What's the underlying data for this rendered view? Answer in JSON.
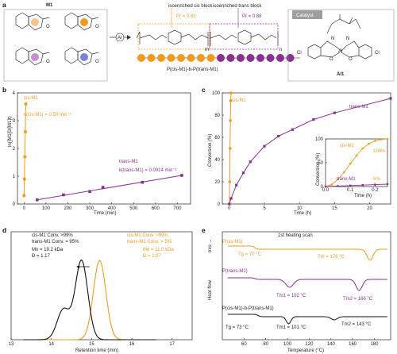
{
  "panel_a": {
    "letter": "a",
    "monomer_label": "M1",
    "catalyst_title": "Catalyst",
    "catalyst_label": "Al1",
    "catalyst_metal": "Al",
    "catalyst_cl": "Cl",
    "catalyst_n": "N",
    "catalyst_o": "O",
    "arrow_label": "Al",
    "cis_block_label": "isoenriched cis block",
    "cis_pr": "Pr = 0.83",
    "trans_block_label": "isoenriched trans block",
    "trans_pr": "Pr = 0.88",
    "polymer_label": "P(cis-M1)-b-P(trans-M1)",
    "m": "m",
    "n": "n",
    "bead_colors_left": "#f39a1e",
    "bead_colors_right": "#8b2f93",
    "bead_count_left": 8,
    "bead_count_right": 8,
    "colors": {
      "orange": "#f39a1e",
      "purple": "#8b2f93",
      "gray": "#7a7a7a"
    }
  },
  "panel_b": {
    "letter": "b",
    "ylabel": "ln([M1]0/[M1]t)",
    "xlabel": "Time (min)",
    "cis_label": "cis-M1",
    "cis_k": "k(cis-M1) = 0.50 min⁻¹",
    "trans_label": "trans-M1",
    "trans_k": "k(trans-M1) = 0.0014 min⁻¹"
  },
  "panel_c": {
    "letter": "c",
    "ylabel": "Conversion (%)",
    "xlabel": "Time (h)",
    "cis_label": "cis-M1",
    "trans_label": "trans-M1",
    "inset_ylabel": "Conversion (%)",
    "inset_xlabel": "Time (h)",
    "inset_cis_label": "cis-M1",
    "inset_cis_value": "100%",
    "inset_trans_label": "trans-M1",
    "inset_trans_value": "5%"
  },
  "panel_d": {
    "letter": "d",
    "xlabel": "Retention time (min)",
    "black_line1": "cis-M1 Conv. >99%",
    "black_line2": "trans-M1 Conv. = 95%",
    "black_mn": "Mn = 19.2 kDa",
    "black_d": "Đ = 1.17",
    "orange_line1": "cis-M1 Conv. >99%",
    "orange_line2": "trans-M1 Conv. = 5%",
    "orange_mn": "Mn = 11.0 kDa",
    "orange_d": "Đ = 1.07"
  },
  "panel_e": {
    "letter": "e",
    "title": "1st heating scan",
    "exo_label": "exo →",
    "ylabel": "Heat flow",
    "xlabel": "Temperature (°C)",
    "cis_trace": "P(cis-M1)",
    "cis_tg": "Tg = 70 °C",
    "cis_tm": "Tm = 176 °C",
    "trans_trace": "P(trans-M1)",
    "trans_tm1": "Tm1 = 102 °C",
    "trans_tm2": "Tm2 = 166 °C",
    "block_trace": "P(cis-M1)-b-P(trans-M1)",
    "block_tg": "Tg = 73 °C",
    "block_tm1": "Tm1 = 101 °C",
    "block_tm2": "Tm2 = 143 °C"
  },
  "chart_data": [
    {
      "type": "scatter",
      "panel": "b",
      "xlabel": "Time (min)",
      "ylabel": "ln([M1]0/[M1]t)",
      "xlim": [
        -30,
        760
      ],
      "ylim": [
        0,
        4
      ],
      "xticks": [
        0,
        100,
        200,
        300,
        400,
        500,
        600,
        700
      ],
      "yticks": [
        0,
        1,
        2,
        3,
        4
      ],
      "series": [
        {
          "name": "cis-M1",
          "x": [
            0,
            2,
            4,
            6,
            8
          ],
          "y": [
            0.3,
            0.9,
            1.7,
            2.6,
            3.6
          ]
        },
        {
          "name": "trans-M1",
          "x": [
            60,
            180,
            300,
            360,
            540,
            720
          ],
          "y": [
            0.15,
            0.33,
            0.45,
            0.6,
            0.78,
            1.03
          ]
        }
      ]
    },
    {
      "type": "line",
      "panel": "c",
      "xlabel": "Time (h)",
      "ylabel": "Conversion (%)",
      "xlim": [
        -1,
        23
      ],
      "ylim": [
        0,
        100
      ],
      "xticks": [
        0,
        5,
        10,
        15,
        20
      ],
      "yticks": [
        0,
        20,
        40,
        60,
        80,
        100
      ],
      "series": [
        {
          "name": "cis-M1",
          "x": [
            0,
            0.05,
            0.1,
            0.15,
            0.2,
            0.25
          ],
          "y": [
            0,
            20,
            50,
            75,
            93,
            100
          ]
        },
        {
          "name": "trans-M1",
          "x": [
            0,
            0.25,
            1,
            2,
            3,
            5,
            7,
            9,
            12,
            15,
            23
          ],
          "y": [
            0,
            5,
            17,
            28,
            38,
            52,
            61,
            67,
            76,
            82,
            95
          ]
        }
      ],
      "inset": {
        "xlim": [
          0,
          0.25
        ],
        "ylim": [
          0,
          100
        ],
        "xticks": [
          0.0,
          0.1,
          0.2
        ],
        "yticks": [
          0,
          50,
          100
        ],
        "series": [
          {
            "name": "cis-M1",
            "x": [
              0,
              0.025,
              0.05,
              0.075,
              0.1,
              0.125,
              0.15,
              0.175,
              0.2,
              0.225,
              0.25
            ],
            "y": [
              0,
              4,
              15,
              30,
              48,
              65,
              80,
              90,
              96,
              99,
              100
            ]
          },
          {
            "name": "trans-M1",
            "x": [
              0,
              0.05,
              0.1,
              0.15,
              0.2,
              0.25
            ],
            "y": [
              0,
              1,
              2,
              3,
              4,
              5
            ]
          }
        ]
      }
    },
    {
      "type": "line",
      "panel": "d",
      "xlabel": "Retention time (min)",
      "xlim": [
        13,
        17.5
      ],
      "xticks": [
        13,
        14,
        15,
        16,
        17
      ],
      "series": [
        {
          "name": "black",
          "peak": 14.75
        },
        {
          "name": "orange",
          "peak": 15.2
        }
      ]
    },
    {
      "type": "line",
      "panel": "e",
      "xlabel": "Temperature (°C)",
      "ylabel": "Heat flow",
      "xlim": [
        40,
        195
      ],
      "xticks": [
        60,
        80,
        100,
        120,
        140,
        160,
        180
      ]
    }
  ]
}
